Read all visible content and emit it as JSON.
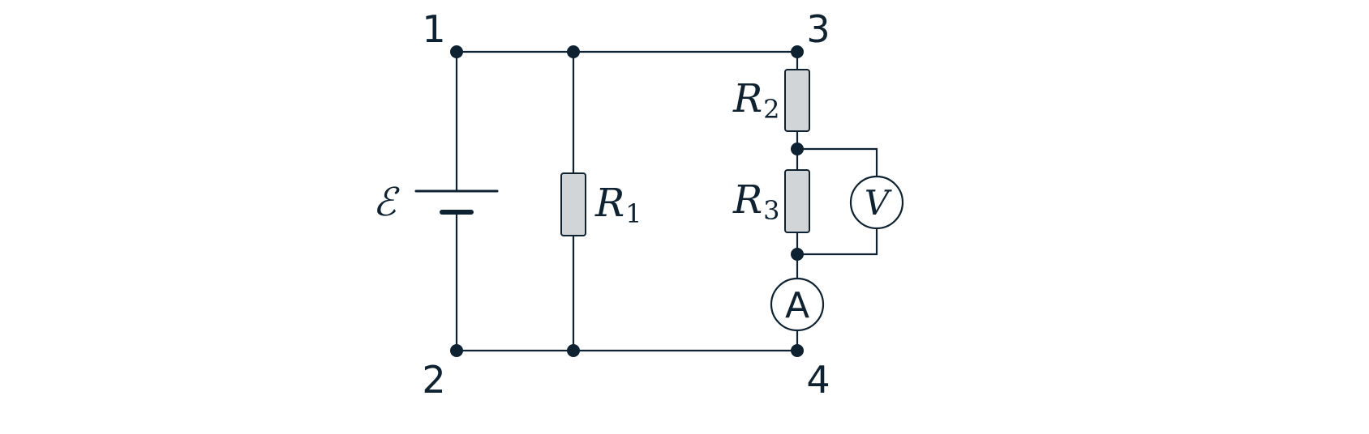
{
  "nodes": {
    "n1": "1",
    "n2": "2",
    "n3": "3",
    "n4": "4"
  },
  "resistors": {
    "r1": {
      "symbol": "R",
      "index": "1"
    },
    "r2": {
      "symbol": "R",
      "index": "2"
    },
    "r3": {
      "symbol": "R",
      "index": "3"
    }
  },
  "source": {
    "symbol": "ℰ"
  },
  "meters": {
    "ammeter": "A",
    "voltmeter": "V"
  },
  "colors": {
    "wire": "#0f2231",
    "resistor_fill": "#d1d5d8",
    "background": "#ffffff"
  }
}
